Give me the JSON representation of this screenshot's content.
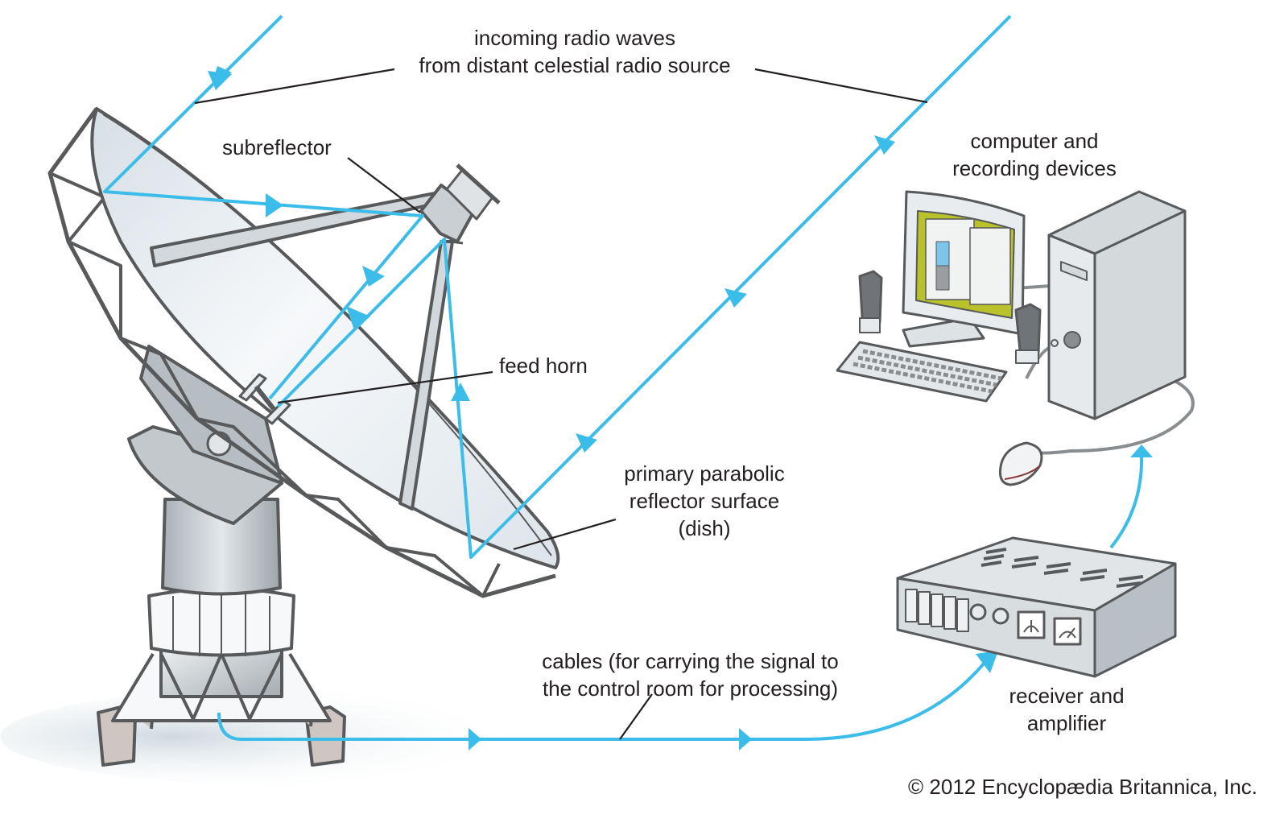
{
  "labels": {
    "incoming_line1": "incoming radio waves",
    "incoming_line2": "from distant celestial radio source",
    "subreflector": "subreflector",
    "feed_horn": "feed horn",
    "primary_line1": "primary parabolic",
    "primary_line2": "reflector surface",
    "primary_line3": "(dish)",
    "computer_line1": "computer and",
    "computer_line2": "recording devices",
    "cables_line1": "cables (for carrying the signal to",
    "cables_line2": "the control room for processing)",
    "receiver_line1": "receiver and",
    "receiver_line2": "amplifier"
  },
  "copyright": "© 2012 Encyclopædia Britannica, Inc.",
  "colors": {
    "signal": "#3cbde9",
    "outline": "#58595b",
    "metal": "#c9ced2",
    "dish": "#e6ecf0",
    "screen": "#b9c22a",
    "footing": "#cfc6c1"
  }
}
